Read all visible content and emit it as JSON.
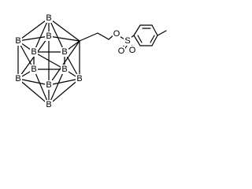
{
  "atoms": {
    "boron_label": "B",
    "oxygen_ester_label": "O",
    "sulfur_label": "S",
    "oxygen_sulfonyl_1_label": "O",
    "oxygen_sulfonyl_2_label": "O"
  },
  "colors": {
    "ink": "#000000",
    "background": "#ffffff"
  }
}
